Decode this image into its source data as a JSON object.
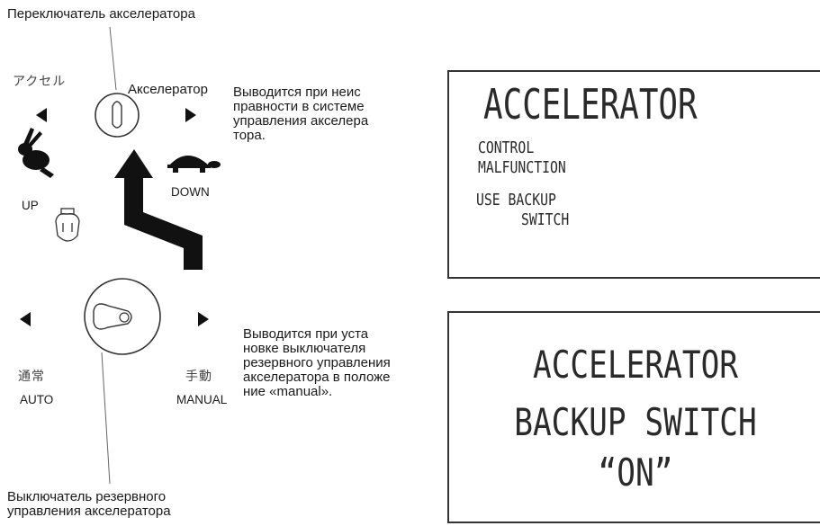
{
  "labels": {
    "accel_switch": "Переключатель акселератора",
    "accel_jp": "アクセル",
    "accelerator": "Акселератор",
    "up": "UP",
    "down": "DOWN",
    "auto_jp": "通常",
    "auto": "AUTO",
    "manual_jp": "手動",
    "manual": "MANUAL",
    "backup_switch": "Выключатель резервного\nуправления акселератора"
  },
  "descriptions": {
    "malfunction": "Выводится при неис\nправности в системе\nуправления акселера\nтора.",
    "backup_on": "Выводится при уста\nновке выключателя\nрезервного управления\nакселератора в положе\nние «manual»."
  },
  "display_malfunction": {
    "title": "ACCELERATOR",
    "line1": "CONTROL",
    "line2": "MALFUNCTION",
    "line3": "USE BACKUP",
    "line4": "SWITCH"
  },
  "display_backup": {
    "line1": "ACCELERATOR",
    "line2": "BACKUP SWITCH",
    "line3": "“ON”"
  }
}
